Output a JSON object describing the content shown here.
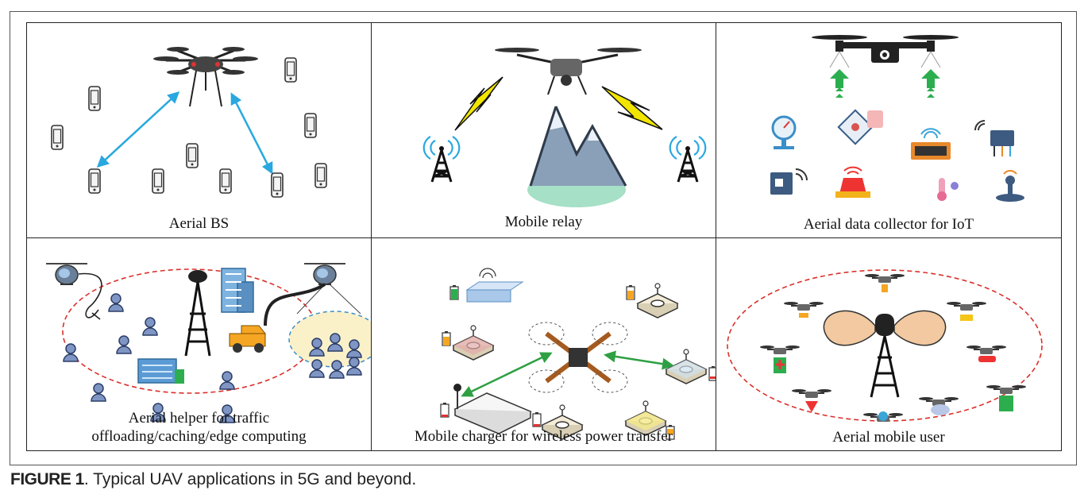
{
  "panels": [
    {
      "caption": "Aerial BS"
    },
    {
      "caption": "Mobile relay"
    },
    {
      "caption": "Aerial data collector for IoT"
    },
    {
      "caption_line1": "Aerial helper for traffic",
      "caption_line2": "offloading/caching/edge computing"
    },
    {
      "caption": "Mobile charger for wireless power transfer"
    },
    {
      "caption": "Aerial mobile user"
    }
  ],
  "figure": {
    "label": "FIGURE 1",
    "text": ". Typical UAV applications in 5G and beyond."
  },
  "colors": {
    "arrow_blue": "#29a8df",
    "arrow_green": "#2ea043",
    "ellipse_red": "#d9312b",
    "mountain": "#8a9fb8",
    "lightning": "#f2e600",
    "user_blue": "#7f95c4",
    "iot_green": "#2cae4f"
  }
}
